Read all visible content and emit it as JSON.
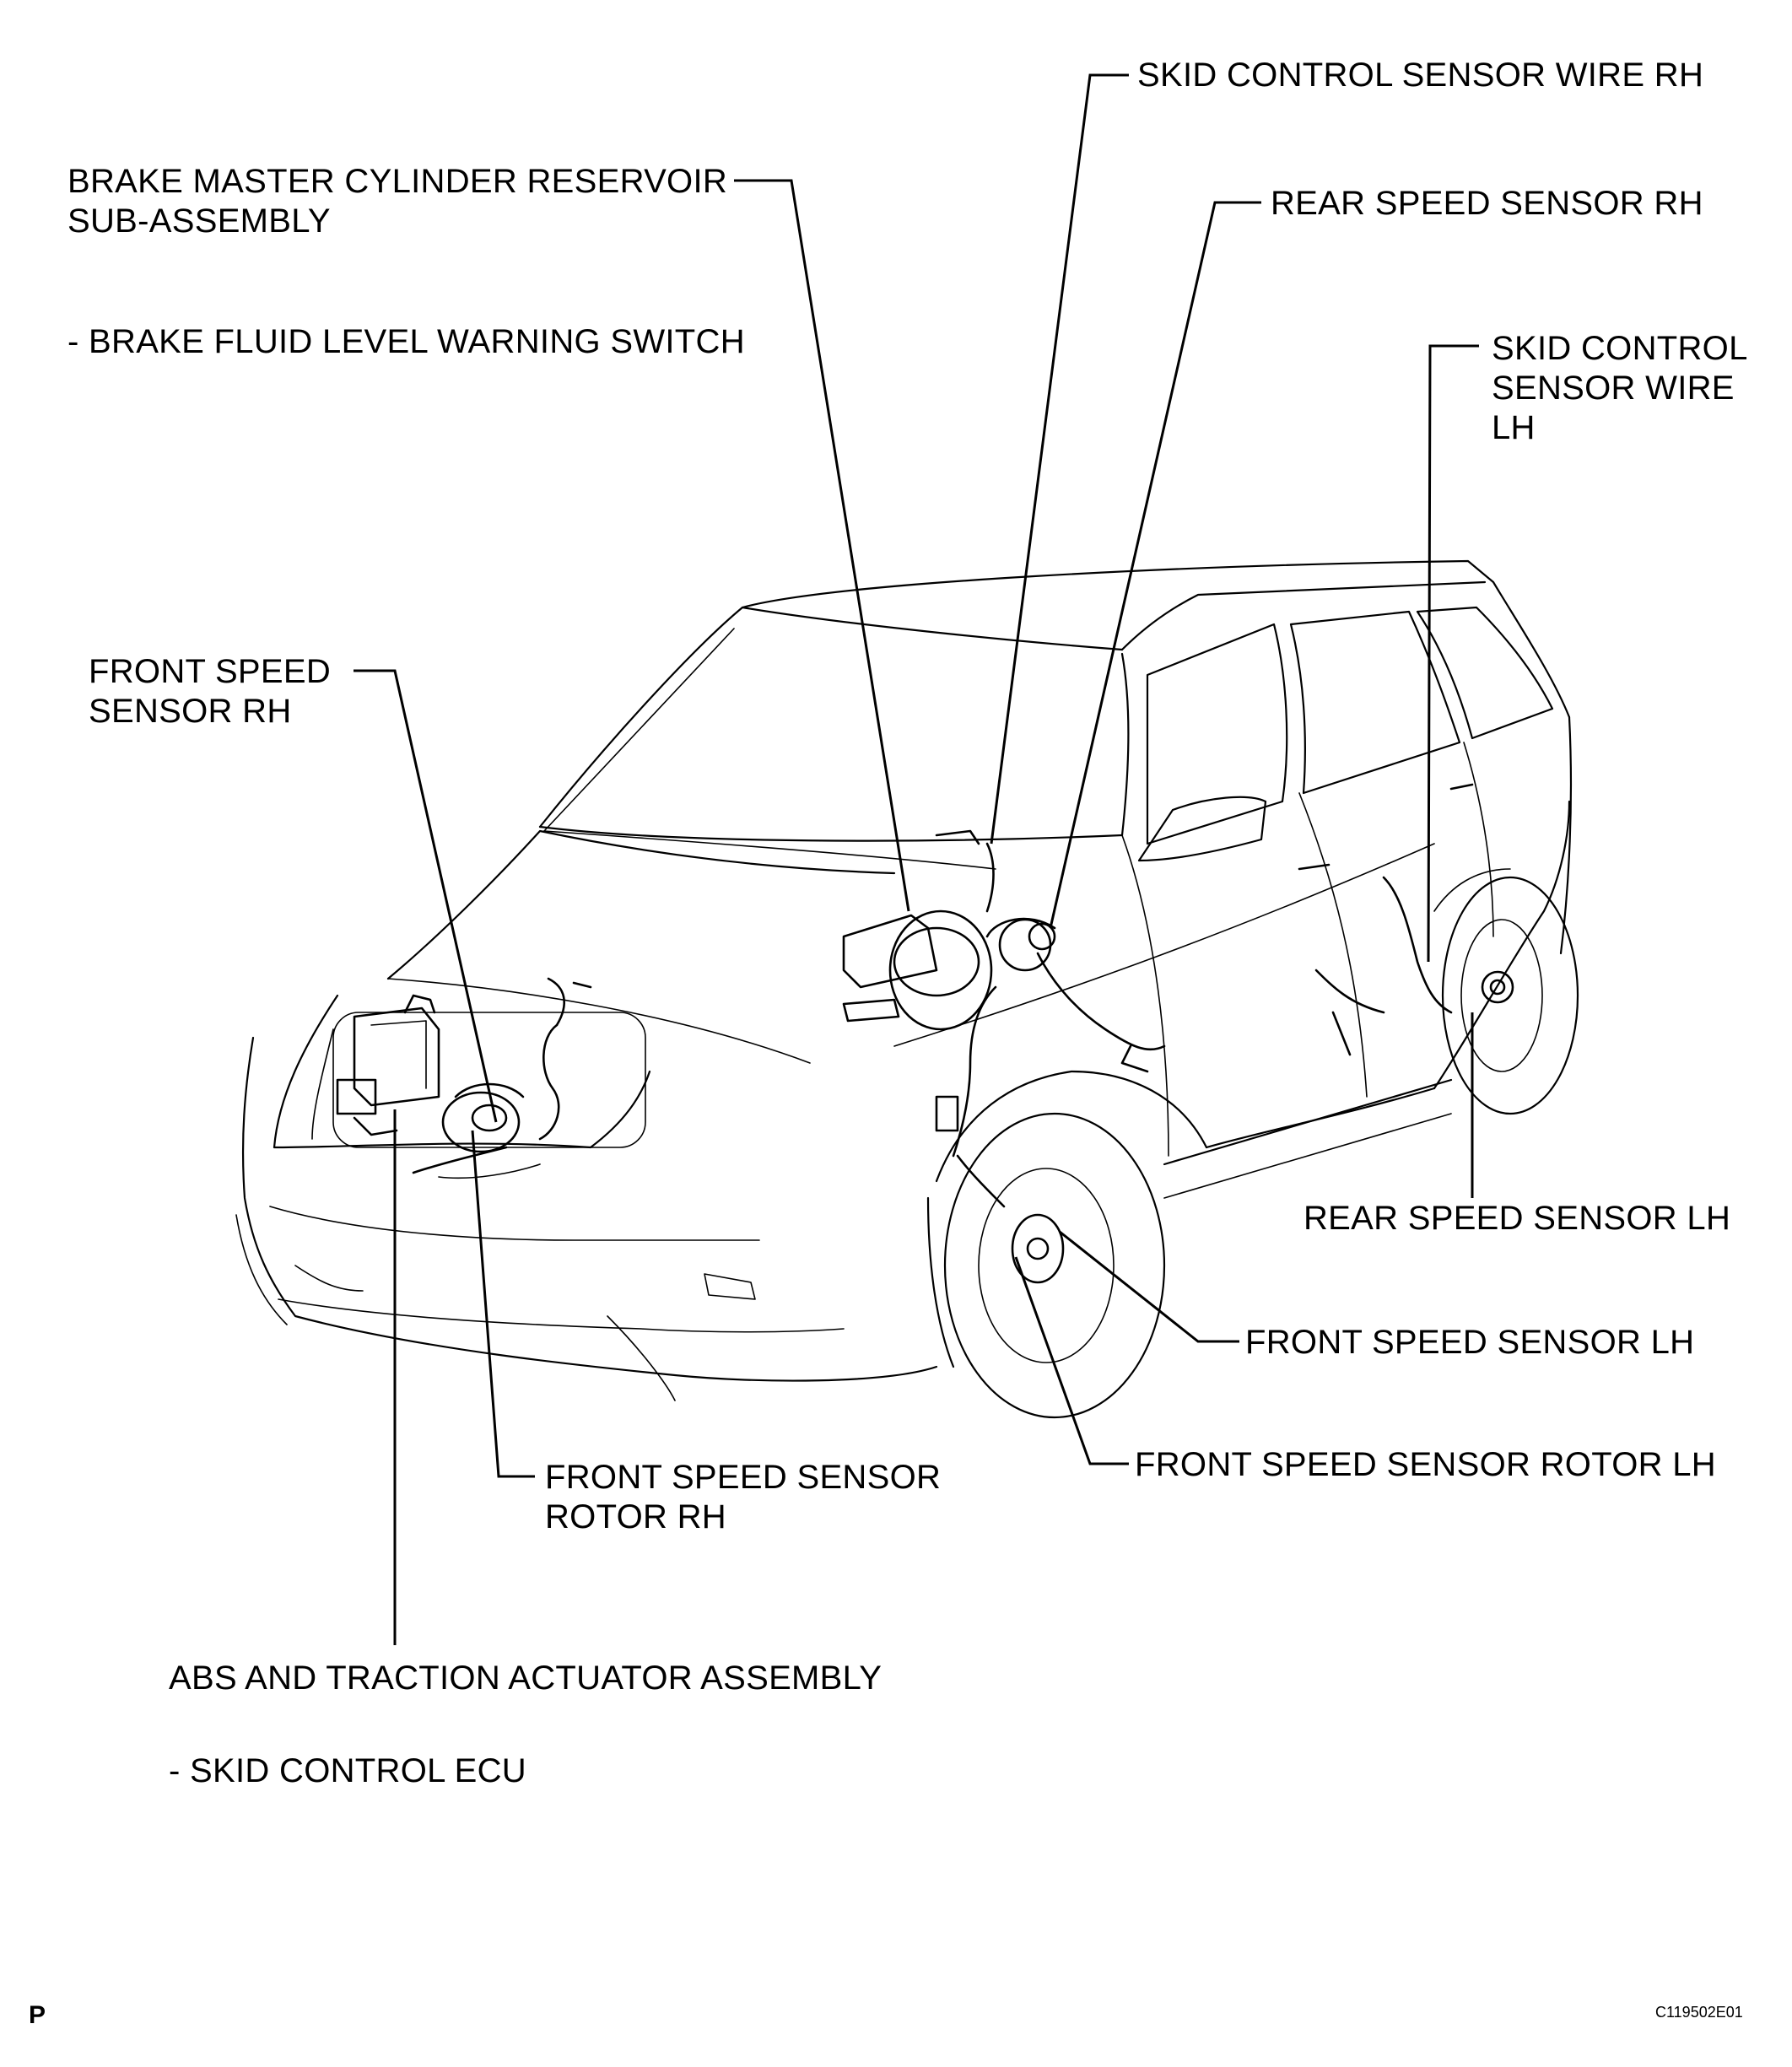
{
  "labels": {
    "skid_wire_rh": "SKID CONTROL SENSOR WIRE RH",
    "brake_master": [
      "BRAKE MASTER CYLINDER RESERVOIR",
      "SUB-ASSEMBLY"
    ],
    "brake_fluid_switch": "- BRAKE FLUID LEVEL WARNING SWITCH",
    "rear_sensor_rh": "REAR SPEED SENSOR RH",
    "skid_wire_lh": [
      "SKID CONTROL",
      "SENSOR WIRE",
      "LH"
    ],
    "front_sensor_rh": [
      "FRONT SPEED",
      "SENSOR RH"
    ],
    "rear_sensor_lh": "REAR SPEED SENSOR LH",
    "front_sensor_lh": "FRONT SPEED SENSOR LH",
    "front_rotor_lh": "FRONT SPEED SENSOR ROTOR LH",
    "front_rotor_rh": [
      "FRONT SPEED SENSOR",
      "ROTOR RH"
    ],
    "abs_actuator": "ABS AND TRACTION ACTUATOR ASSEMBLY",
    "skid_ecu": "- SKID CONTROL ECU"
  },
  "footer": {
    "corner_letter": "P",
    "figure_code": "C119502E01"
  }
}
